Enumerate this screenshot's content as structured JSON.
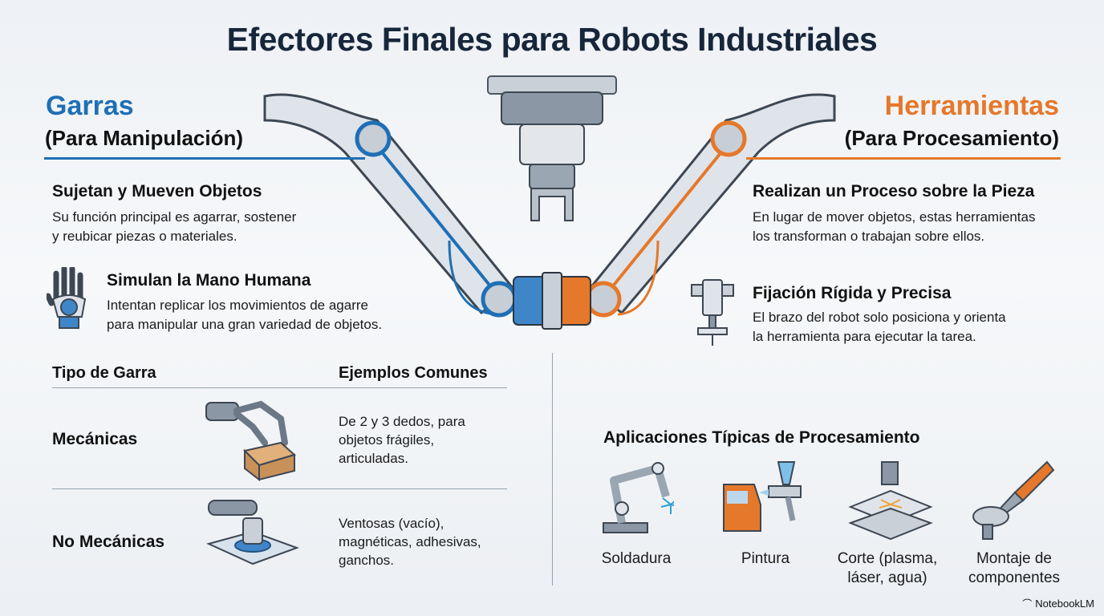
{
  "title": "Efectores Finales para Robots Industriales",
  "colors": {
    "blue": "#1f6fb5",
    "orange": "#e5782a",
    "dark": "#17263a"
  },
  "left": {
    "heading": "Garras",
    "subheading": "(Para Manipulación)",
    "points": [
      {
        "title": "Sujetan y Mueven Objetos",
        "lines": [
          "Su función principal es agarrar, sostener",
          "y reubicar piezas o materiales."
        ]
      },
      {
        "icon": "robotic-hand-icon",
        "title": "Simulan la Mano Humana",
        "lines": [
          "Intentan replicar los movimientos de agarre",
          "para manipular una gran variedad de objetos."
        ]
      }
    ],
    "table": {
      "headers": [
        "Tipo de Garra",
        "Ejemplos Comunes"
      ],
      "rows": [
        {
          "type": "Mecánicas",
          "icon": "mechanical-gripper-icon",
          "examples": [
            "De 2 y 3 dedos, para",
            "objetos frágiles,",
            "articuladas."
          ]
        },
        {
          "type": "No Mecánicas",
          "icon": "vacuum-suction-cup-icon",
          "examples": [
            "Ventosas (vacío),",
            "magnéticas, adhesivas,",
            "ganchos."
          ]
        }
      ]
    }
  },
  "right": {
    "heading": "Herramientas",
    "subheading": "(Para Procesamiento)",
    "points": [
      {
        "title": "Realizan un Proceso sobre la Pieza",
        "lines": [
          "En lugar de mover objetos, estas herramientas",
          "los transforman o trabajan sobre ellos."
        ]
      },
      {
        "icon": "spindle-tool-icon",
        "title": "Fijación Rígida y Precisa",
        "lines": [
          "El brazo del robot solo posiciona y orienta",
          "la herramienta para ejecutar la tarea."
        ]
      }
    ],
    "applications": {
      "title": "Aplicaciones Típicas de Procesamiento",
      "items": [
        {
          "icon": "welding-robot-icon",
          "lines": [
            "Soldadura"
          ]
        },
        {
          "icon": "spray-gun-icon",
          "lines": [
            "Pintura"
          ]
        },
        {
          "icon": "cutting-icon",
          "lines": [
            "Corte (plasma,",
            "láser, agua)"
          ]
        },
        {
          "icon": "screwdriver-assembly-icon",
          "lines": [
            "Montaje de",
            "componentes"
          ]
        }
      ]
    }
  },
  "branding": "NotebookLM"
}
